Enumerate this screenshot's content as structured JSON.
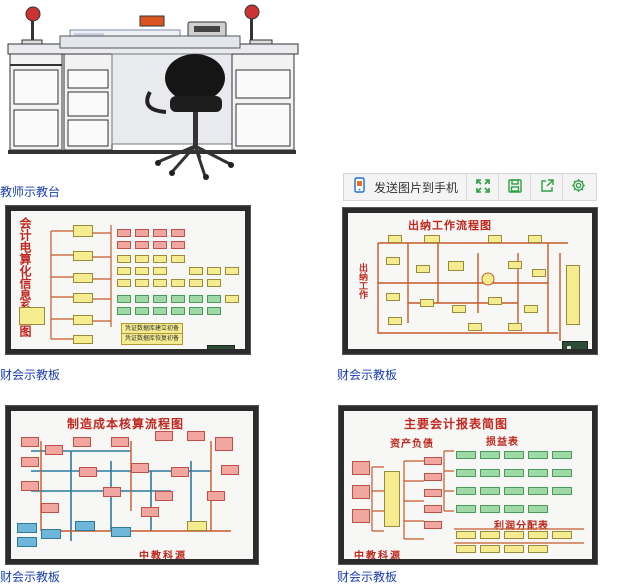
{
  "items": [
    {
      "caption": "教师示教台"
    },
    {
      "caption": "财会示教板",
      "board_title": "会计电算化信息系统图"
    },
    {
      "caption": "财会示教板",
      "board_title": "出纳工作流程图"
    },
    {
      "caption": "财会示教板",
      "board_title": "制造成本核算流程图",
      "board_footer": "中教科源"
    },
    {
      "caption": "财会示教板",
      "board_title": "主要会计报表简图",
      "board_footer": "中教科源"
    }
  ],
  "board2_notes": [
    "凭证数据库建立初备",
    "凭证数据库恢复初备"
  ],
  "board3_side_label": "出纳工作",
  "board5_headers": [
    "资产负债",
    "损益表",
    "利润分配表"
  ],
  "toolbar": {
    "send_label": "发送图片到手机",
    "icons": [
      "phone-send-icon",
      "fullscreen-icon",
      "save-icon",
      "share-icon",
      "settings-icon"
    ],
    "accent": "#2ea043"
  }
}
